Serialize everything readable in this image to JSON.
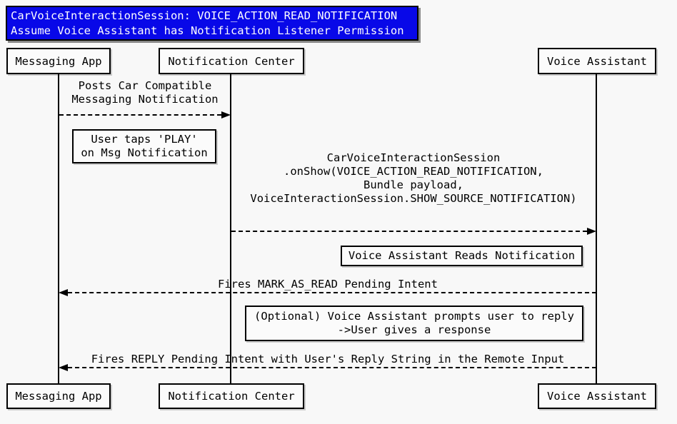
{
  "title": {
    "line1": "CarVoiceInteractionSession: VOICE_ACTION_READ_NOTIFICATION",
    "line2": "Assume Voice Assistant has Notification Listener Permission"
  },
  "colors": {
    "title_background": "#0808e8",
    "title_text": "#ffffff",
    "page_background": "#f8f8f8",
    "line_color": "#000000"
  },
  "participants": [
    {
      "label": "Messaging App"
    },
    {
      "label": "Notification Center"
    },
    {
      "label": "Voice Assistant"
    }
  ],
  "messages": [
    {
      "from": "Messaging App",
      "to": "Notification Center",
      "direction": "right",
      "lines": [
        "Posts Car Compatible",
        "Messaging Notification"
      ]
    },
    {
      "from": "Notification Center",
      "to": "Voice Assistant",
      "direction": "right",
      "lines": [
        "CarVoiceInteractionSession",
        ".onShow(VOICE_ACTION_READ_NOTIFICATION,",
        "Bundle payload,",
        "VoiceInteractionSession.SHOW_SOURCE_NOTIFICATION)"
      ]
    },
    {
      "from": "Voice Assistant",
      "to": "Messaging App",
      "direction": "left",
      "lines": [
        "Fires MARK_AS_READ Pending Intent"
      ]
    },
    {
      "from": "Voice Assistant",
      "to": "Messaging App",
      "direction": "left",
      "lines": [
        "Fires REPLY Pending Intent with User's Reply String in the Remote Input"
      ]
    }
  ],
  "notes": [
    {
      "lines": [
        "User taps 'PLAY'",
        "on Msg Notification"
      ]
    },
    {
      "lines": [
        "Voice Assistant Reads Notification"
      ]
    },
    {
      "lines": [
        "(Optional) Voice Assistant prompts user to reply",
        "->User gives a response"
      ]
    }
  ]
}
